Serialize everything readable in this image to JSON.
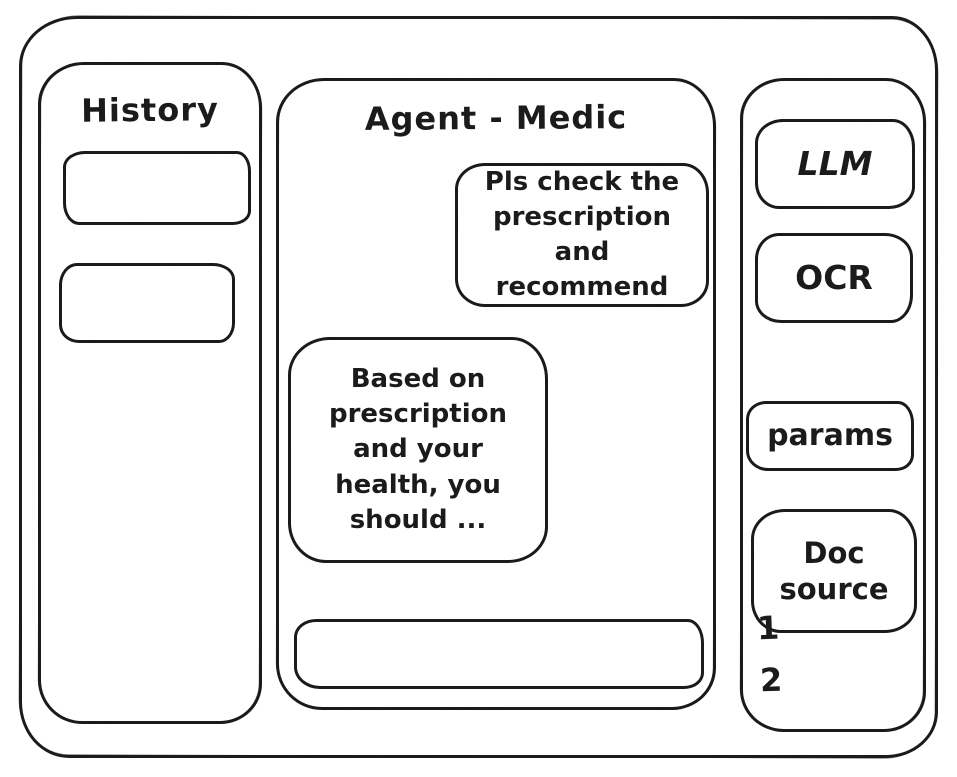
{
  "history_panel": {
    "title": "History",
    "items": [
      {
        "label": ""
      },
      {
        "label": ""
      }
    ]
  },
  "chat_panel": {
    "title": "Agent - Medic",
    "messages": [
      {
        "role": "user",
        "text": "Pls check the prescription and recommend"
      },
      {
        "role": "assistant",
        "text": "Based on prescription and your health, you should ..."
      }
    ],
    "input": {
      "value": "",
      "placeholder": ""
    }
  },
  "tools_panel": {
    "buttons": [
      {
        "label": "LLM"
      },
      {
        "label": "OCR"
      },
      {
        "label": "params"
      },
      {
        "label": "Doc source"
      }
    ],
    "doc_source_list": [
      "1",
      "2"
    ]
  },
  "colors": {
    "stroke": "#1b1b1b",
    "background": "#ffffff"
  }
}
